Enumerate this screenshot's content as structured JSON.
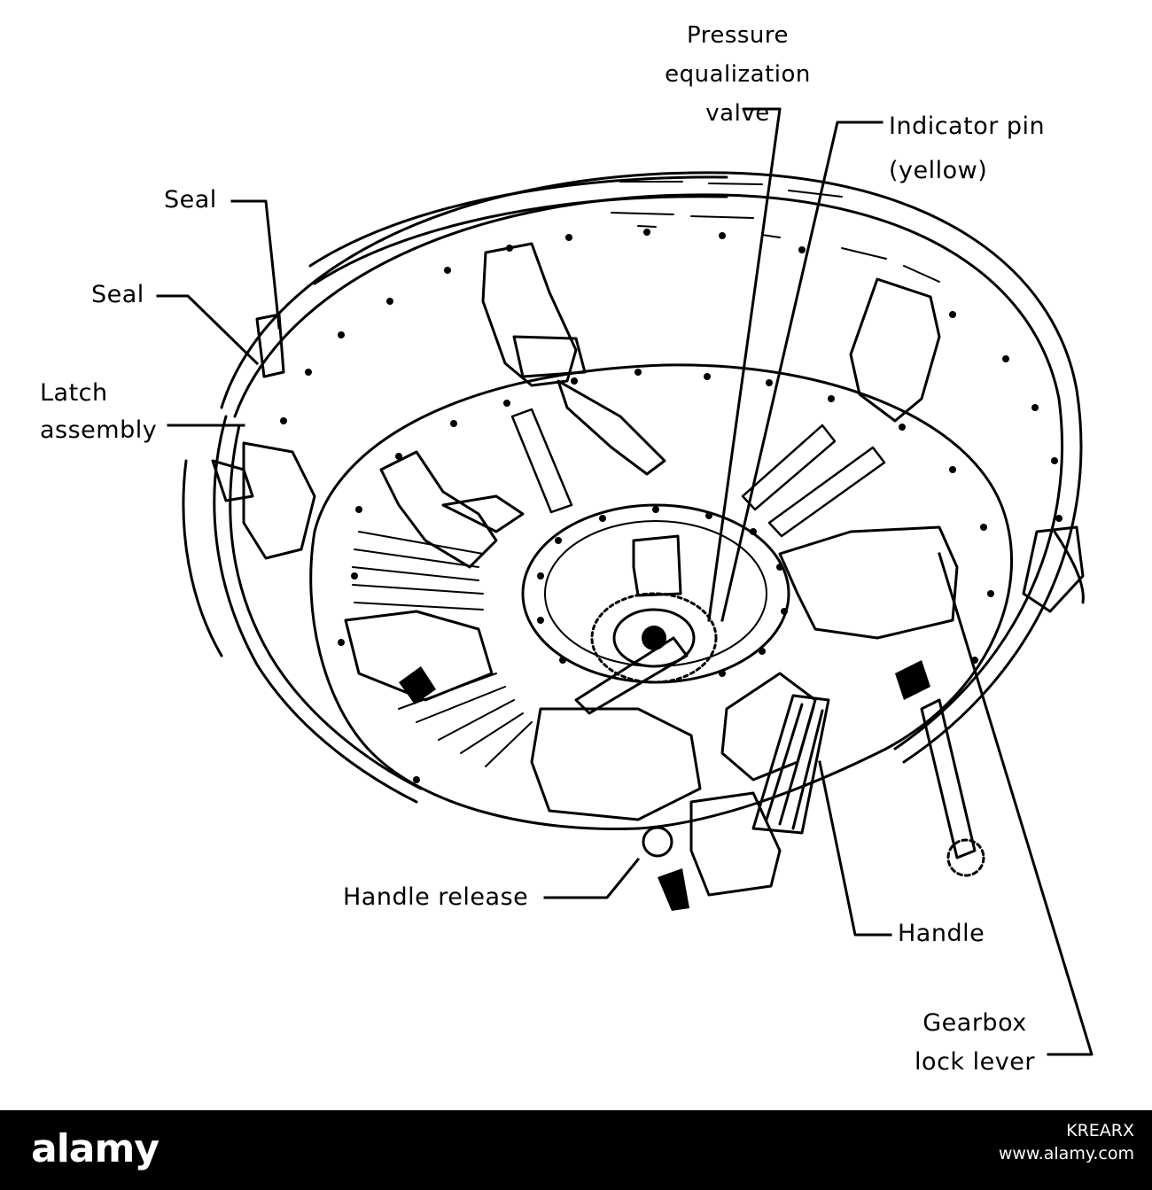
{
  "labels": {
    "pressure_valve": "Pressure\nequalization\nvalve",
    "indicator_pin": "Indicator pin\n(yellow)",
    "seal_upper": "Seal",
    "seal_lower": "Seal",
    "latch_assembly": "Latch\nassembly",
    "handle_release": "Handle release",
    "handle": "Handle",
    "gearbox_lock": "Gearbox\nlock lever"
  },
  "footer": {
    "logo": "alamy",
    "image_id": "KREARX",
    "url": "www.alamy.com"
  },
  "colors": {
    "ink": "#000000",
    "paper": "#ffffff",
    "footer_bg": "#000000",
    "footer_text": "#ffffff"
  }
}
